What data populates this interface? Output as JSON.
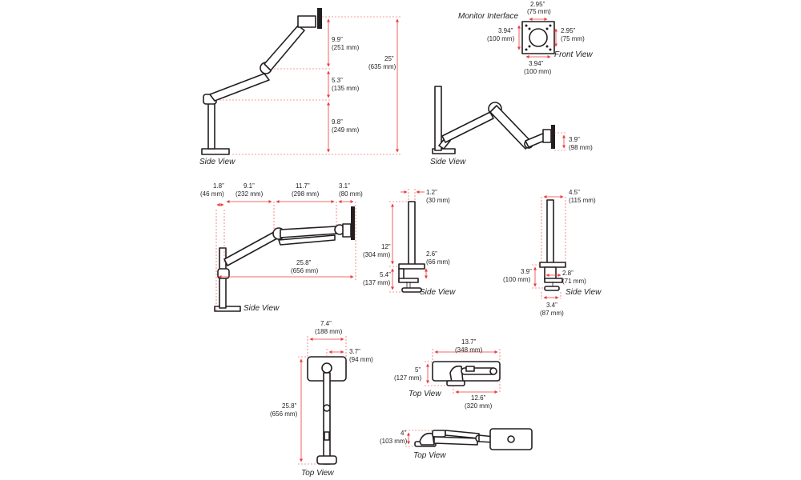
{
  "colors": {
    "dimension": "#ee3a3b",
    "outline": "#231f20",
    "background": "#ffffff"
  },
  "views": {
    "side1": "Side View",
    "side2": "Side View",
    "side3": "Side View",
    "side4": "Side View",
    "side5": "Side View",
    "front": "Front View",
    "top1": "Top View",
    "top2": "Top View",
    "top3": "Top View"
  },
  "monitor_interface": {
    "title": "Monitor Interface",
    "top_in": "2.95”",
    "top_mm": "(75 mm)",
    "right_in": "2.95”",
    "right_mm": "(75 mm)",
    "left_in": "3.94”",
    "left_mm": "(100 mm)",
    "bottom_in": "3.94”",
    "bottom_mm": "(100 mm)"
  },
  "side_view_1": {
    "d1_in": "9.9”",
    "d1_mm": "(251 mm)",
    "d2_in": "5.3”",
    "d2_mm": "(135 mm)",
    "d3_in": "9.8”",
    "d3_mm": "(249 mm)",
    "total_in": "25”",
    "total_mm": "(635 mm)"
  },
  "side_view_2": {
    "d_in": "3.9”",
    "d_mm": "(98 mm)"
  },
  "side_view_3": {
    "a_in": "1.8”",
    "a_mm": "(46 mm)",
    "b_in": "9.1”",
    "b_mm": "(232 mm)",
    "c_in": "11.7”",
    "c_mm": "(298 mm)",
    "d_in": "3.1”",
    "d_mm": "(80 mm)",
    "reach_in": "25.8”",
    "reach_mm": "(656 mm)"
  },
  "side_view_4": {
    "w_in": "1.2”",
    "w_mm": "(30 mm)",
    "h_in": "12”",
    "h_mm": "(304 mm)",
    "c_in": "2.6”",
    "c_mm": "(66 mm)",
    "b_in": "5.4”",
    "b_mm": "(137 mm)"
  },
  "side_view_5": {
    "w_in": "4.5”",
    "w_mm": "(115 mm)",
    "h_in": "3.9”",
    "h_mm": "(100 mm)",
    "c_in": "2.8”",
    "c_mm": "(71 mm)",
    "b_in": "3.4”",
    "b_mm": "(87 mm)"
  },
  "top_view_1": {
    "w_in": "7.4”",
    "w_mm": "(188 mm)",
    "hw_in": "3.7”",
    "hw_mm": "(94 mm)",
    "l_in": "25.8”",
    "l_mm": "(656 mm)"
  },
  "top_view_2": {
    "w_in": "13.7”",
    "w_mm": "(348 mm)",
    "h_in": "5”",
    "h_mm": "(127 mm)",
    "l_in": "12.6”",
    "l_mm": "(320 mm)"
  },
  "top_view_3": {
    "h_in": "4”",
    "h_mm": "(103 mm)"
  }
}
